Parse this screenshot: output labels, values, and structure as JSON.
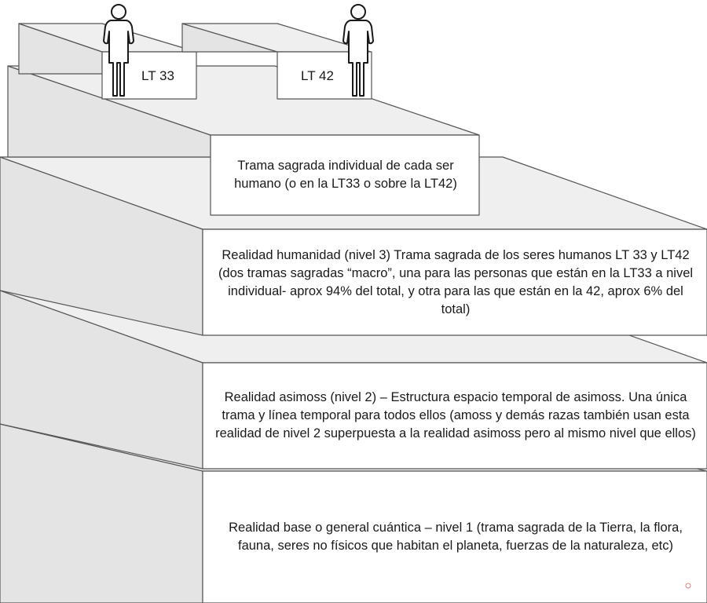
{
  "diagram": {
    "line_tags": {
      "lt33": "LT 33",
      "lt42": "LT 42"
    },
    "level_individual": "Trama sagrada individual de cada ser humano (o en la LT33 o sobre la LT42)",
    "level_3": "Realidad humanidad (nivel 3) Trama sagrada de los seres humanos LT 33 y LT42 (dos tramas sagradas “macro”, una para las personas que están en la LT33 a nivel individual- aprox 94% del total,  y otra para las que están en la 42, aprox 6% del total)",
    "level_2": "Realidad asimoss (nivel 2) – Estructura espacio temporal de asimoss. Una única trama y línea temporal para todos ellos (amoss y demás razas también usan esta realidad de nivel 2 superpuesta a la realidad asimoss pero al mismo nivel que ellos)",
    "level_1": "Realidad base o general cuántica – nivel 1 (trama sagrada de la Tierra, la flora, fauna, seres no físicos que habitan el planeta, fuerzas de la naturaleza, etc)"
  },
  "colors": {
    "side": "#e6e6e6",
    "top": "#f0f0f0",
    "front": "#ffffff",
    "stroke": "#555555"
  }
}
